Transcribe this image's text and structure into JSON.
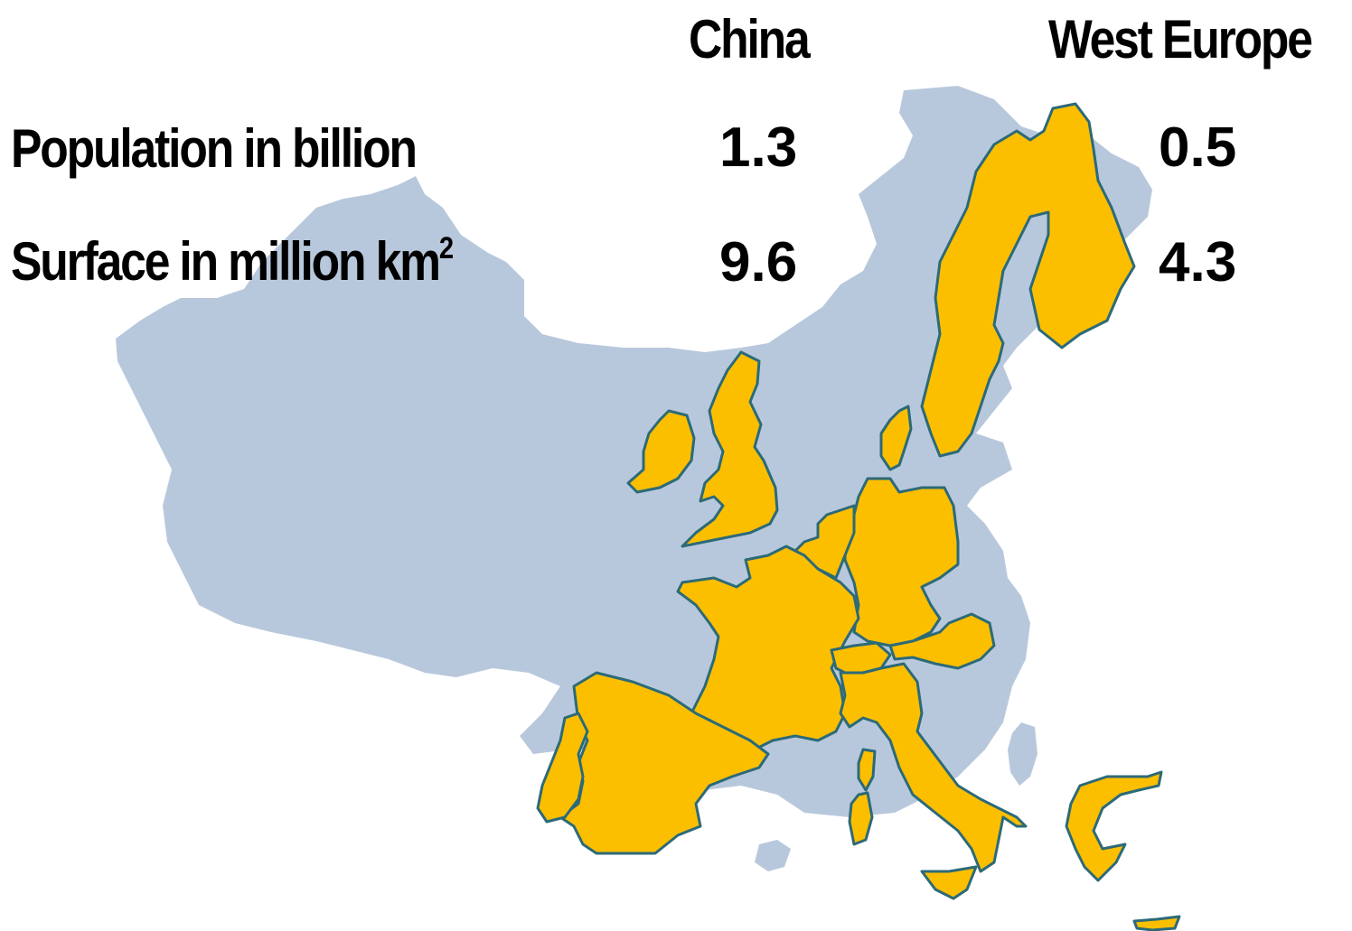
{
  "headers": {
    "china": "China",
    "west_europe": "West Europe"
  },
  "rows": [
    {
      "label": "Population in billion",
      "china": "1.3",
      "west_europe": "0.5"
    },
    {
      "label_main": "Surface in million km",
      "label_sup": "2",
      "china": "9.6",
      "west_europe": "4.3"
    }
  ],
  "colors": {
    "china_fill": "#b8c8dc",
    "europe_fill": "#fcbf00",
    "europe_stroke": "#2c6a78"
  },
  "map_layers": [
    "china-silhouette",
    "west-europe-countries"
  ]
}
